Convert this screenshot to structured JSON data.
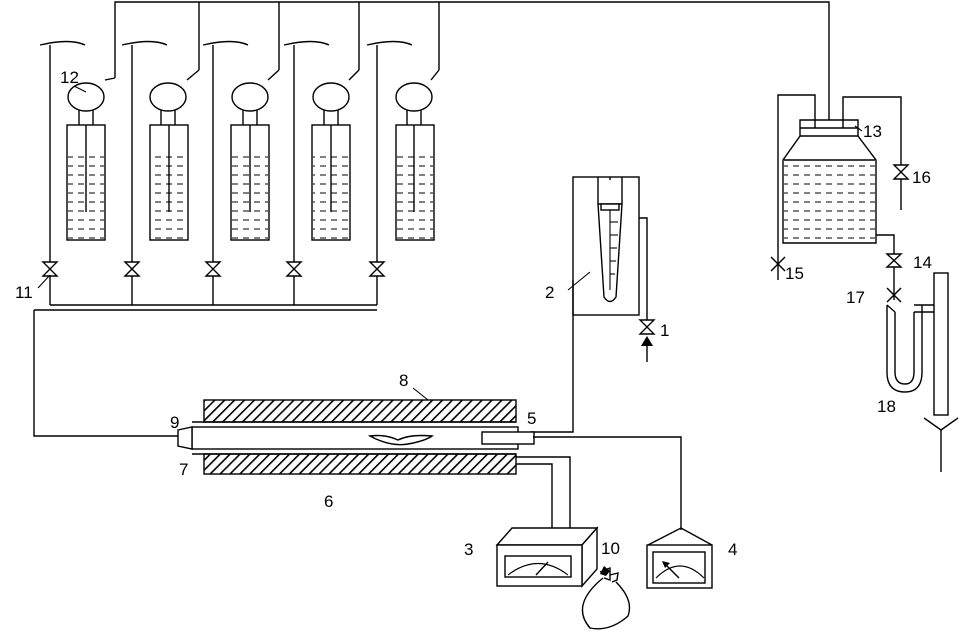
{
  "labels": {
    "l1": "1",
    "l2": "2",
    "l3": "3",
    "l4": "4",
    "l5": "5",
    "l6": "6",
    "l7": "7",
    "l8": "8",
    "l9": "9",
    "l10": "10",
    "l11": "11",
    "l12": "12",
    "l13": "13",
    "l14": "14",
    "l15": "15",
    "l16": "16",
    "l17": "17",
    "l18": "18"
  },
  "components": {
    "saturator_count": 5,
    "icons": [
      "valve-icon",
      "needle-valve-icon",
      "gauge-icon",
      "thermocouple-icon",
      "hatch-insulation-icon"
    ]
  },
  "colors": {
    "line": "#000000",
    "background": "#ffffff"
  }
}
